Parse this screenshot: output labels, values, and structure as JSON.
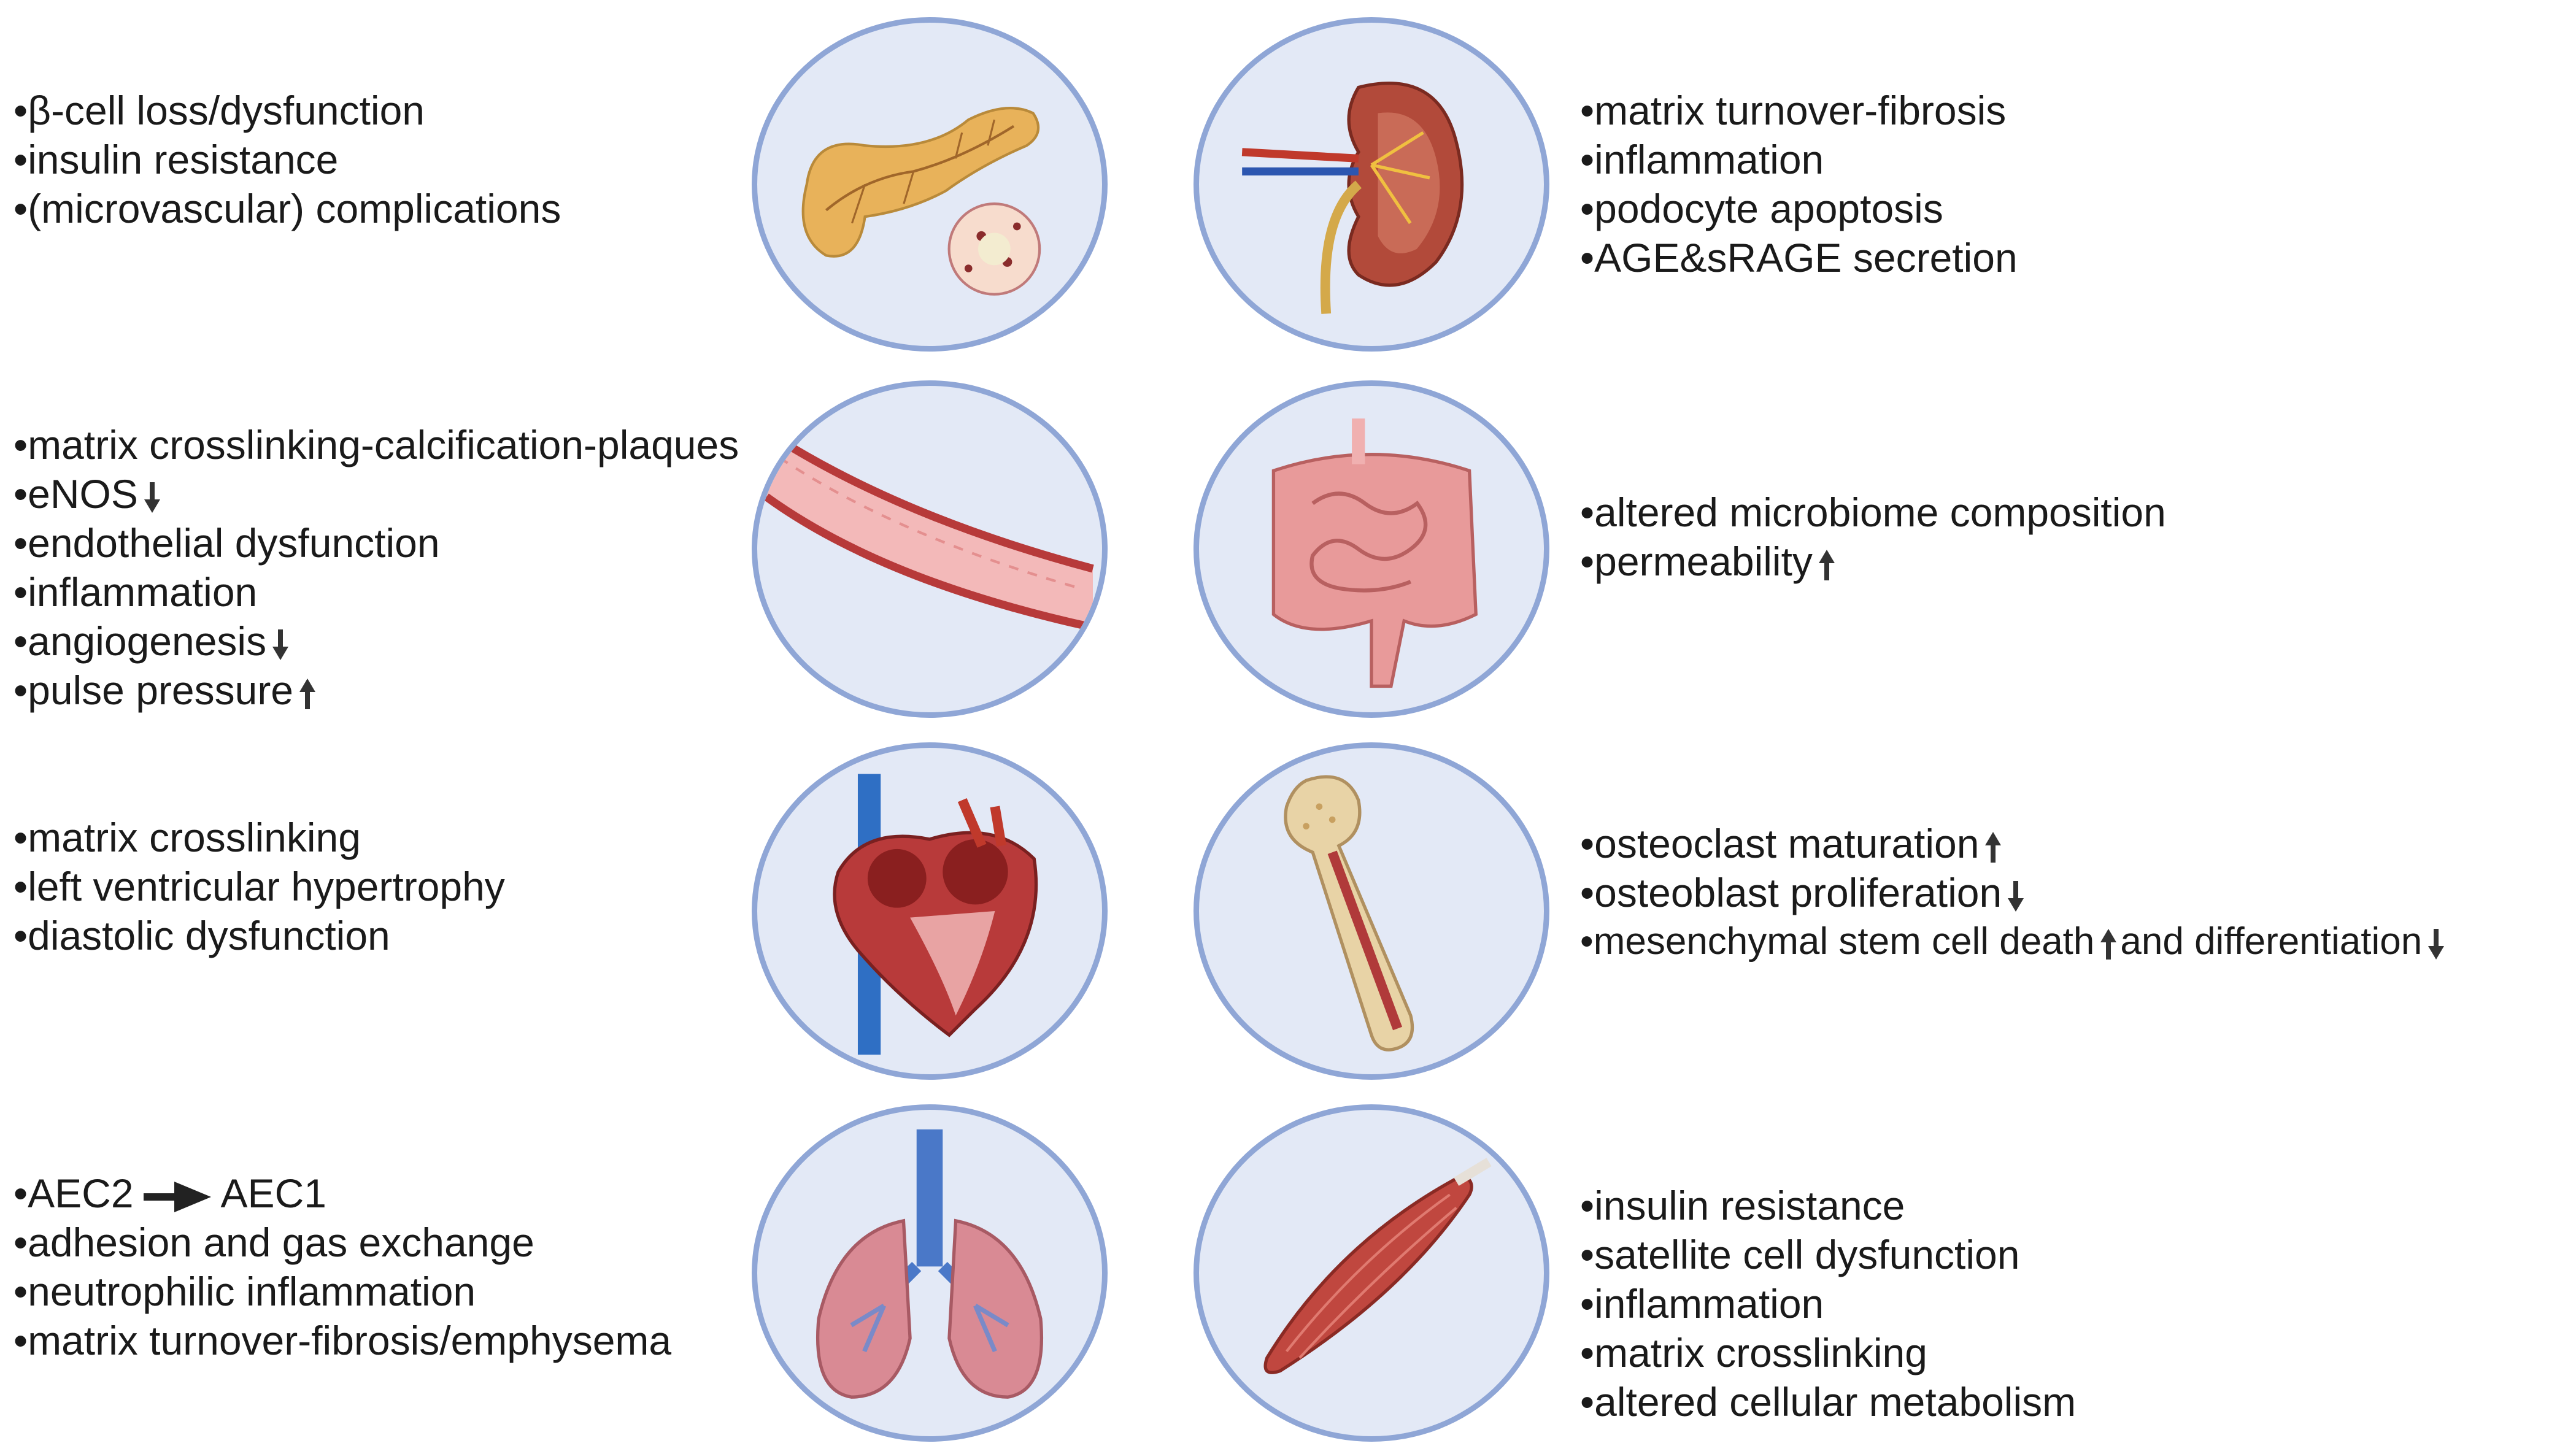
{
  "panels": [
    {
      "organ_icon": "pancreas-icon",
      "lines": [
        "•β-cell loss/dysfunction",
        "•insulin resistance",
        "•(microvascular) complications"
      ]
    },
    {
      "organ_icon": "kidney-icon",
      "lines": [
        "•matrix turnover-fibrosis",
        "•inflammation",
        "•podocyte apoptosis",
        "•AGE&sRAGE secretion"
      ]
    },
    {
      "organ_icon": "blood-vessel-icon",
      "lines": [
        "•matrix crosslinking-calcification-plaques",
        "•eNOS",
        "•endothelial dysfunction",
        "•inflammation",
        "•angiogenesis",
        "•pulse pressure"
      ]
    },
    {
      "organ_icon": "intestine-icon",
      "lines": [
        "•altered microbiome composition",
        "•permeability"
      ]
    },
    {
      "organ_icon": "heart-icon",
      "lines": [
        "•matrix crosslinking",
        "•left ventricular hypertrophy",
        "•diastolic dysfunction"
      ]
    },
    {
      "organ_icon": "bone-icon",
      "lines": [
        "•osteoclast maturation",
        "•osteoblast proliferation",
        "•mesenchymal stem cell death",
        "and differentiation"
      ]
    },
    {
      "organ_icon": "lungs-icon",
      "lines": [
        "•AEC2",
        "AEC1",
        "•adhesion and gas exchange",
        "•neutrophilic inflammation",
        "•matrix turnover-fibrosis/emphysema"
      ]
    },
    {
      "organ_icon": "muscle-icon",
      "lines": [
        "•insulin resistance",
        "•satellite cell dysfunction",
        "•inflammation",
        "•matrix crosslinking",
        "•altered cellular metabolism"
      ]
    }
  ],
  "colors": {
    "circle_border": "#8fa6d6",
    "circle_fill": "#e3e9f6",
    "text": "#1a1a1a",
    "arrow": "#333333"
  },
  "arrow_icons": [
    "arrow-down-icon",
    "arrow-up-icon",
    "arrow-right-icon"
  ]
}
